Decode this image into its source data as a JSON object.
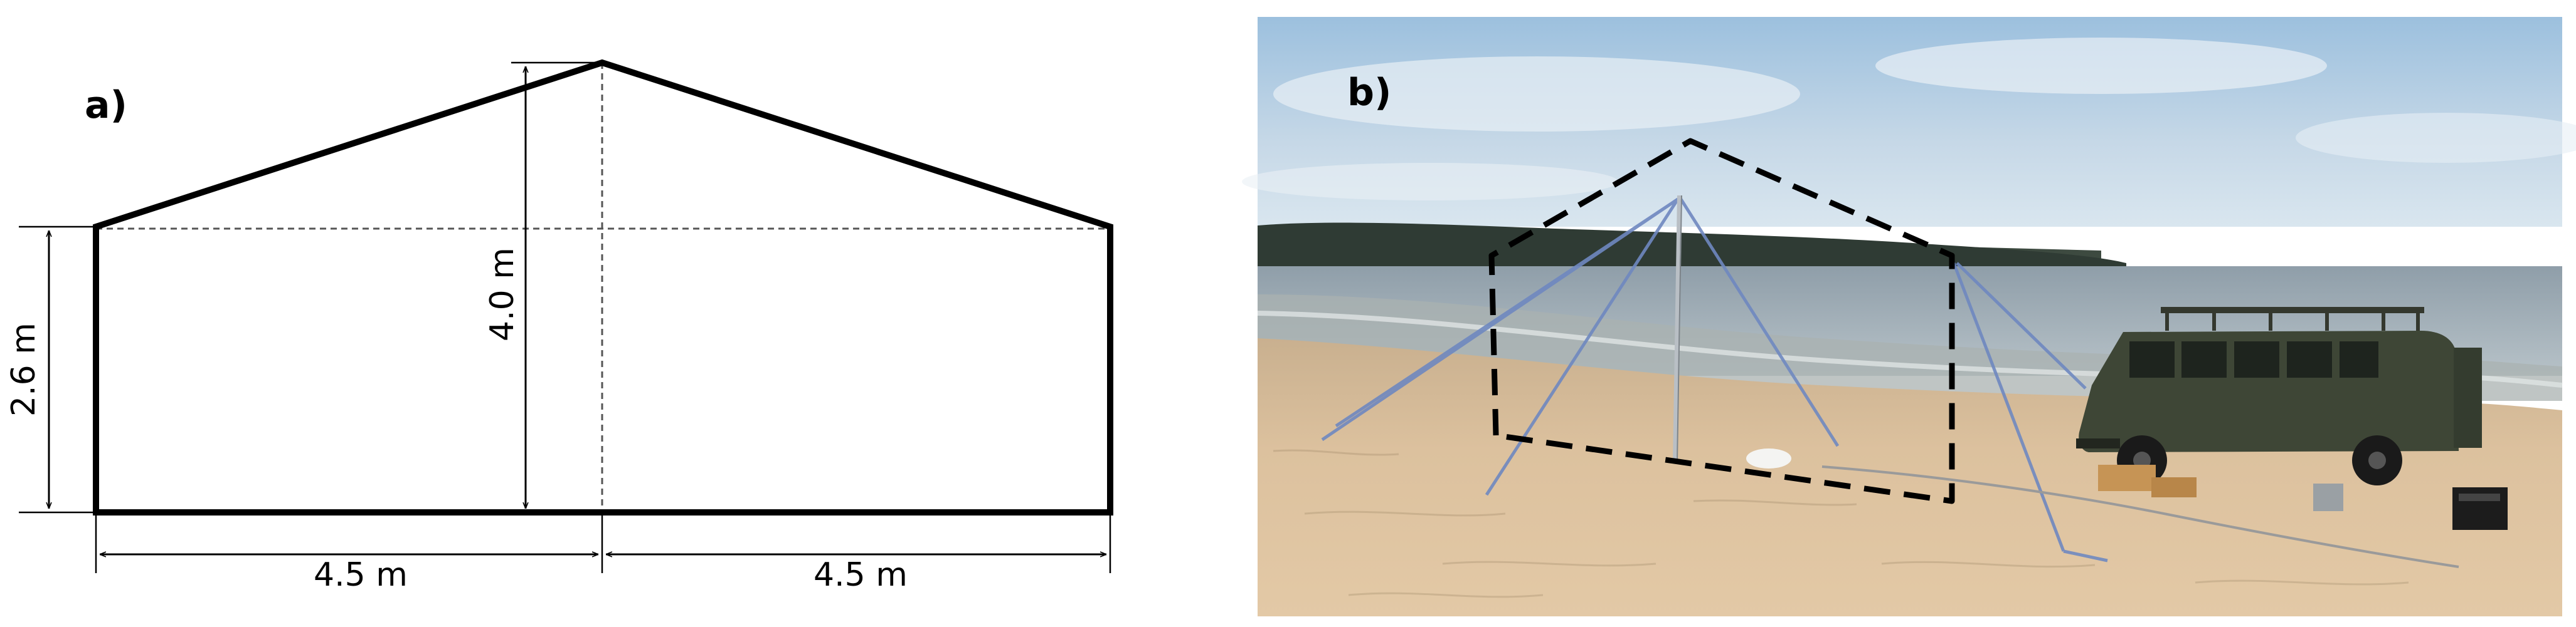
{
  "panel_a": {
    "label": "a)",
    "dimensions": {
      "side_height": "2.6 m",
      "peak_height": "4.0 m",
      "left_width": "4.5 m",
      "right_width": "4.5 m"
    }
  },
  "panel_b": {
    "label": "b)"
  },
  "colors": {
    "line": "#000000",
    "sky_top": "#9cc0de",
    "sky_bottom": "#d9e6ef",
    "sea": "#9aaab5",
    "sand": "#d9bc98",
    "van": "#3e4636"
  }
}
